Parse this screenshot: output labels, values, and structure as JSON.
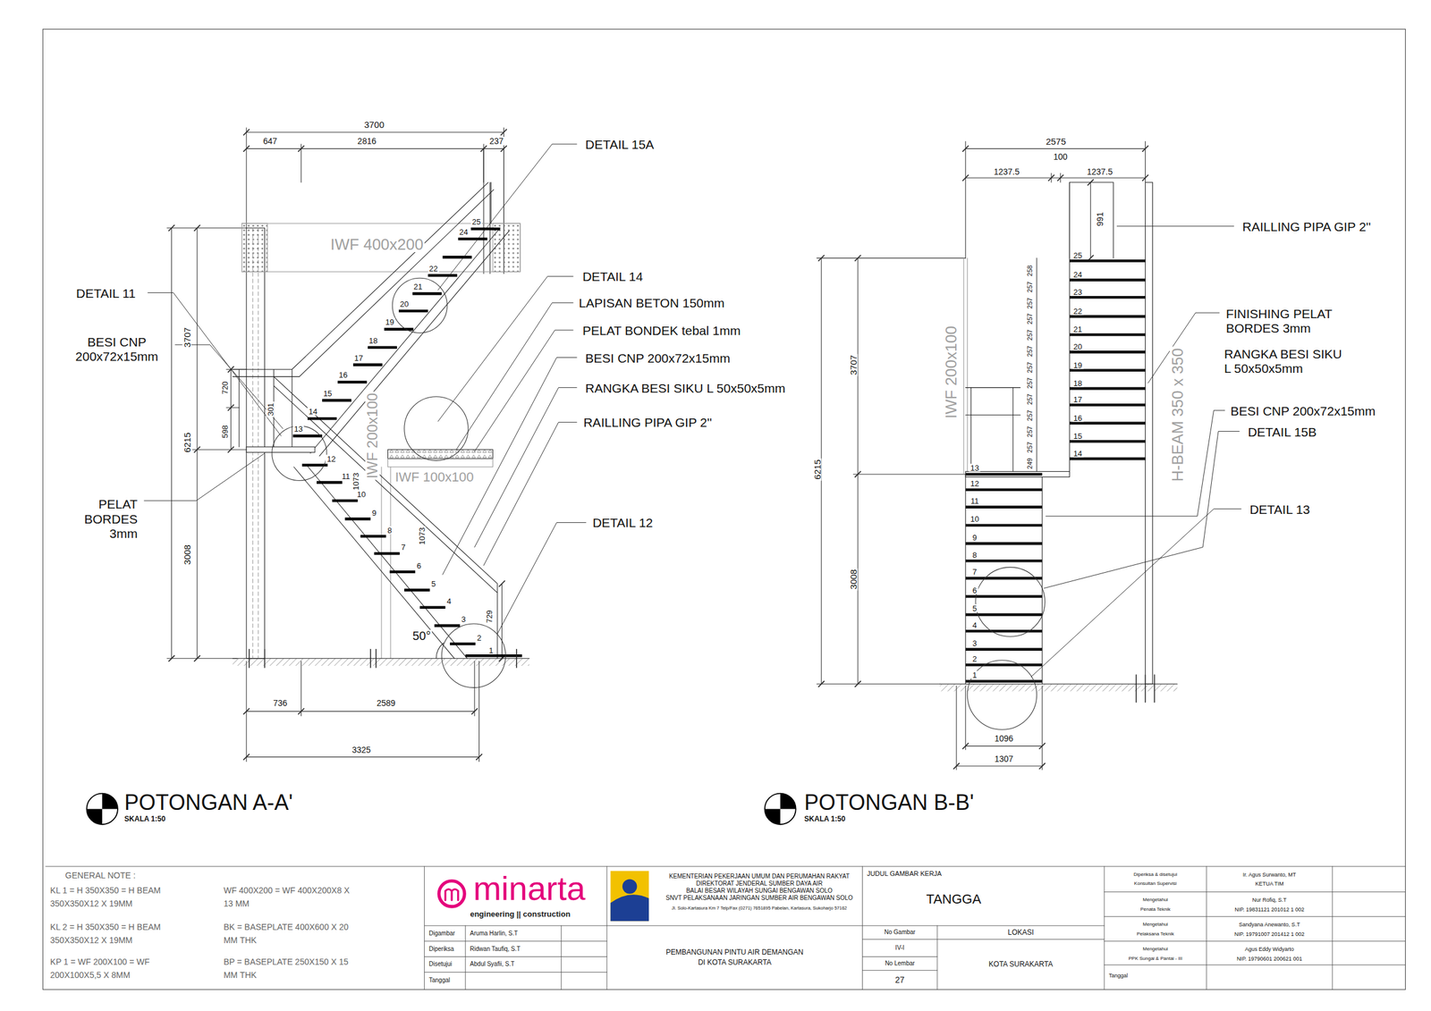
{
  "diagram": {
    "nodes": [
      {
        "text": [
          "GENERAL NOTE :",
          "KL 1 = H 350X350 = H BEAM 350X350X12 X 19MM",
          "WF 400X200 = WF 400X200X8 X 13 MM",
          "KL 2 = H 350X350 = H BEAM 350X350X12 X 19MM",
          "BK = BASEPLATE 400X600 X 20 MM THK",
          "KP 1 = WF 200X100 = WF 200X100X5,5 X 8MM",
          "BP = BASEPLATE 250X150 X 15 MM THK"
        ]
      },
      {
        "text": [
          "minarta",
          "engineering || construction"
        ]
      },
      {
        "text": [
          "Digambar",
          "Aruma Harlin, S.T"
        ]
      },
      {
        "text": [
          "Diperiksa",
          "Ridwan Taufiq, S.T"
        ]
      },
      {
        "text": [
          "Disetujui",
          "Abdul Syafii, S.T"
        ]
      },
      {
        "text": [
          "Tanggal"
        ]
      },
      {
        "text": [
          "KEMENTERIAN PEKERJAAN UMUM DAN PERUMAHAN RAKYAT",
          "DIREKTORAT JENDERAL SUMBER DAYA AIR",
          "BALAI BESAR WILAYAH SUNGAI BENGAWAN SOLO",
          "SNVT PELAKSANAAN JARINGAN SUMBER AIR BENGAWAN SOLO",
          "Jl. Solo-Kartasura Km 7 Telp/Fax (0271) 7651895 Pabelan, Kartasura, Sukoharjo 57162"
        ]
      },
      {
        "text": [
          "PEMBANGUNAN PINTU AIR DEMANGAN DI KOTA SURAKARTA"
        ]
      },
      {
        "text": [
          "JUDUL GAMBAR KERJA",
          "TANGGA"
        ]
      },
      {
        "text": [
          "No Gambar"
        ]
      },
      {
        "text": [
          "LOKASI"
        ]
      },
      {
        "text": [
          "IV-I"
        ]
      },
      {
        "text": [
          "No Lembar"
        ]
      },
      {
        "text": [
          "27"
        ]
      },
      {
        "text": [
          "KOTA SURAKARTA"
        ]
      },
      {
        "text": [
          "Diperiksa & disetujui",
          "Konsultan Supervisi"
        ]
      },
      {
        "text": [
          "Ir. Agus Surwanto, MT",
          "KETUA TIM"
        ]
      },
      {
        "text": [
          "Mengetahui",
          "Penata Teknik"
        ]
      },
      {
        "text": [
          "Nur Rofiq, S.T",
          "NIP. 19831121 201012 1 002"
        ]
      },
      {
        "text": [
          "Mengetahui",
          "Pelaksana Teknik"
        ]
      },
      {
        "text": [
          "Sandyana Anewanto, S.T",
          "NIP. 19791007 201412 1 002"
        ]
      },
      {
        "text": [
          "Mengetahui",
          "PPK Sungai & Pantai - III"
        ]
      },
      {
        "text": [
          "Agus Eddy Widyarto",
          "NIP. 19790601 200621 001"
        ]
      },
      {
        "text": [
          "Tanggal"
        ]
      }
    ],
    "labels": [
      "3700",
      "647",
      "2816",
      "237",
      "IWF 400x200",
      "25",
      "24",
      "22",
      "21",
      "20",
      "19",
      "18",
      "17",
      "16",
      "15",
      "14",
      "13",
      "12",
      "11",
      "10",
      "9",
      "8",
      "7",
      "6",
      "5",
      "4",
      "3",
      "2",
      "1",
      "6215",
      "3707",
      "3008",
      "720",
      "598",
      "301",
      "IWF 200x100",
      "1073",
      "IWF 100x100",
      "1073",
      "729",
      "50°",
      "736",
      "2589",
      "3325",
      "DETAIL 15A",
      "DETAIL 14",
      "LAPISAN BETON 150mm",
      "PELAT BONDEK tebal 1mm",
      "BESI CNP 200x72x15mm",
      "RANGKA BESI SIKU L 50x50x5mm",
      "RAILLING PIPA GIP 2''",
      "DETAIL 12",
      "DETAIL 11",
      "BESI CNP 200x72x15mm",
      "PELAT BORDES 3mm",
      "POTONGAN A-A'",
      "SKALA 1:50",
      "2575",
      "100",
      "1237.5",
      "1237.5",
      "991",
      "6215",
      "3707",
      "3008",
      "25",
      "24",
      "23",
      "22",
      "21",
      "20",
      "19",
      "18",
      "17",
      "16",
      "15",
      "14",
      "13",
      "12",
      "11",
      "10",
      "9",
      "8",
      "7",
      "6",
      "5",
      "4",
      "3",
      "2",
      "1",
      "258",
      "257",
      "257",
      "257",
      "257",
      "257",
      "257",
      "257",
      "257",
      "257",
      "257",
      "257",
      "249",
      "IWF 200x100",
      "H-BEAM 350 x 350",
      "1096",
      "1307",
      "RAILLING PIPA GIP 2''",
      "FINISHING PELAT BORDES 3mm",
      "RANGKA BESI SIKU L 50x50x5mm",
      "BESI CNP 200x72x15mm",
      "DETAIL 15B",
      "DETAIL 13",
      "POTONGAN B-B'",
      "SKALA 1:50"
    ]
  }
}
